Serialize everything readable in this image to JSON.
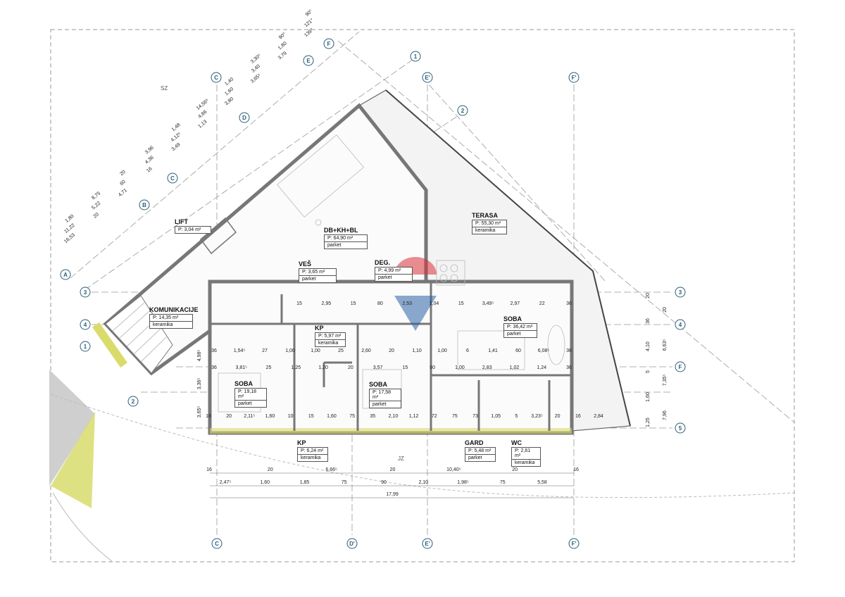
{
  "rooms": [
    {
      "name": "LIFT",
      "area": "P: 3,04 m²",
      "material": ""
    },
    {
      "name": "KOMUNIKACIJE",
      "area": "P: 14,35 m²",
      "material": "keramika"
    },
    {
      "name": "DB+KH+BL",
      "area": "P: 64,90 m²",
      "material": "parket"
    },
    {
      "name": "VEŠ",
      "area": "P: 3,65 m²",
      "material": "parket"
    },
    {
      "name": "DEG.",
      "area": "P: 4,99 m²",
      "material": "parket"
    },
    {
      "name": "TERASA",
      "area": "P: 55,30 m²",
      "material": "keramika"
    },
    {
      "name": "KP",
      "area": "P: 5,97 m²",
      "material": "keramika"
    },
    {
      "name": "SOBA",
      "area": "P: 36,42 m²",
      "material": "parket"
    },
    {
      "name": "SOBA",
      "area": "P: 19,18 m²",
      "material": "parket"
    },
    {
      "name": "SOBA",
      "area": "P: 17,58 m²",
      "material": "parket"
    },
    {
      "name": "KP",
      "area": "P: 6,24 m²",
      "material": "keramika"
    },
    {
      "name": "GARD",
      "area": "P: 5,48 m²",
      "material": "parket"
    },
    {
      "name": "WC",
      "area": "P: 2,61 m²",
      "material": "keramika"
    }
  ],
  "orientation": {
    "north_west": "SZ",
    "south_west": "JZ"
  },
  "grid_bubbles": {
    "top": [
      "F",
      "1",
      "E",
      "E'",
      "C",
      "F'",
      "D",
      "2",
      "C",
      "B",
      "A"
    ],
    "right": [
      "3",
      "4",
      "F",
      "5"
    ],
    "left": [
      "3",
      "4",
      "1",
      "2"
    ],
    "bottom": [
      "C",
      "D'",
      "E'",
      "F'"
    ]
  },
  "dims": {
    "bottom1": [
      "16",
      "20",
      "6,66⁵",
      "20",
      "10,40⁵",
      "20",
      "16"
    ],
    "bottom2": [
      "2,47⁵",
      "1,60",
      "1,85",
      "75",
      "90",
      "2,10",
      "1,98⁵",
      "75",
      "5,58"
    ],
    "bottom_total": "17,99",
    "row_a": [
      "15",
      "2,95",
      "15",
      "80",
      "2,53",
      "1,04",
      "15",
      "3,49⁵",
      "2,97",
      "22",
      "36"
    ],
    "row_b": [
      "36",
      "1,54⁵",
      "27",
      "1,00",
      "1,00",
      "25",
      "2,60",
      "20",
      "1,10",
      "1,00",
      "6",
      "1,41",
      "60",
      "6,08⁵",
      "36"
    ],
    "row_c": [
      "36",
      "3,81⁵",
      "25",
      "1,25",
      "1,20",
      "20",
      "3,57",
      "15",
      "60",
      "1,00",
      "2,83",
      "1,02",
      "1,24",
      "36"
    ],
    "row_d": [
      "16",
      "20",
      "2,11⁵",
      "1,60",
      "10",
      "15",
      "1,60",
      "75",
      "35",
      "2,10",
      "1,12",
      "72",
      "75",
      "73",
      "1,05",
      "5",
      "3,23⁵",
      "20",
      "16",
      "2,84"
    ],
    "diag": [
      "16,53",
      "11,22",
      "1,80",
      "20",
      "5,22",
      "8,75",
      "4,71",
      "60",
      "20",
      "16",
      "4,36",
      "3,96",
      "3,49",
      "4,12⁵",
      "1,48",
      "1,13",
      "4,66",
      "14,56⁵",
      "3,80",
      "1,60",
      "1,40",
      "3,65⁵",
      "3,40",
      "3,30⁵",
      "3,79",
      "1,80",
      "90°",
      "139°",
      "121°",
      "90°"
    ],
    "right": [
      "20",
      "36",
      "4,10",
      "5",
      "1,60",
      "1,25",
      "20",
      "6,63⁵",
      "7,35⁵",
      "7,96"
    ],
    "left": [
      "4,98⁵",
      "3,36⁵",
      "3,65⁵"
    ]
  },
  "colors": {
    "wall": "#8a8a80",
    "hatch": "#d9dc6a",
    "accent": "#2a5d78",
    "gray_patch": "#c9c9c9",
    "watermark_red": "#d8323a",
    "watermark_blue": "#2d63a6"
  }
}
